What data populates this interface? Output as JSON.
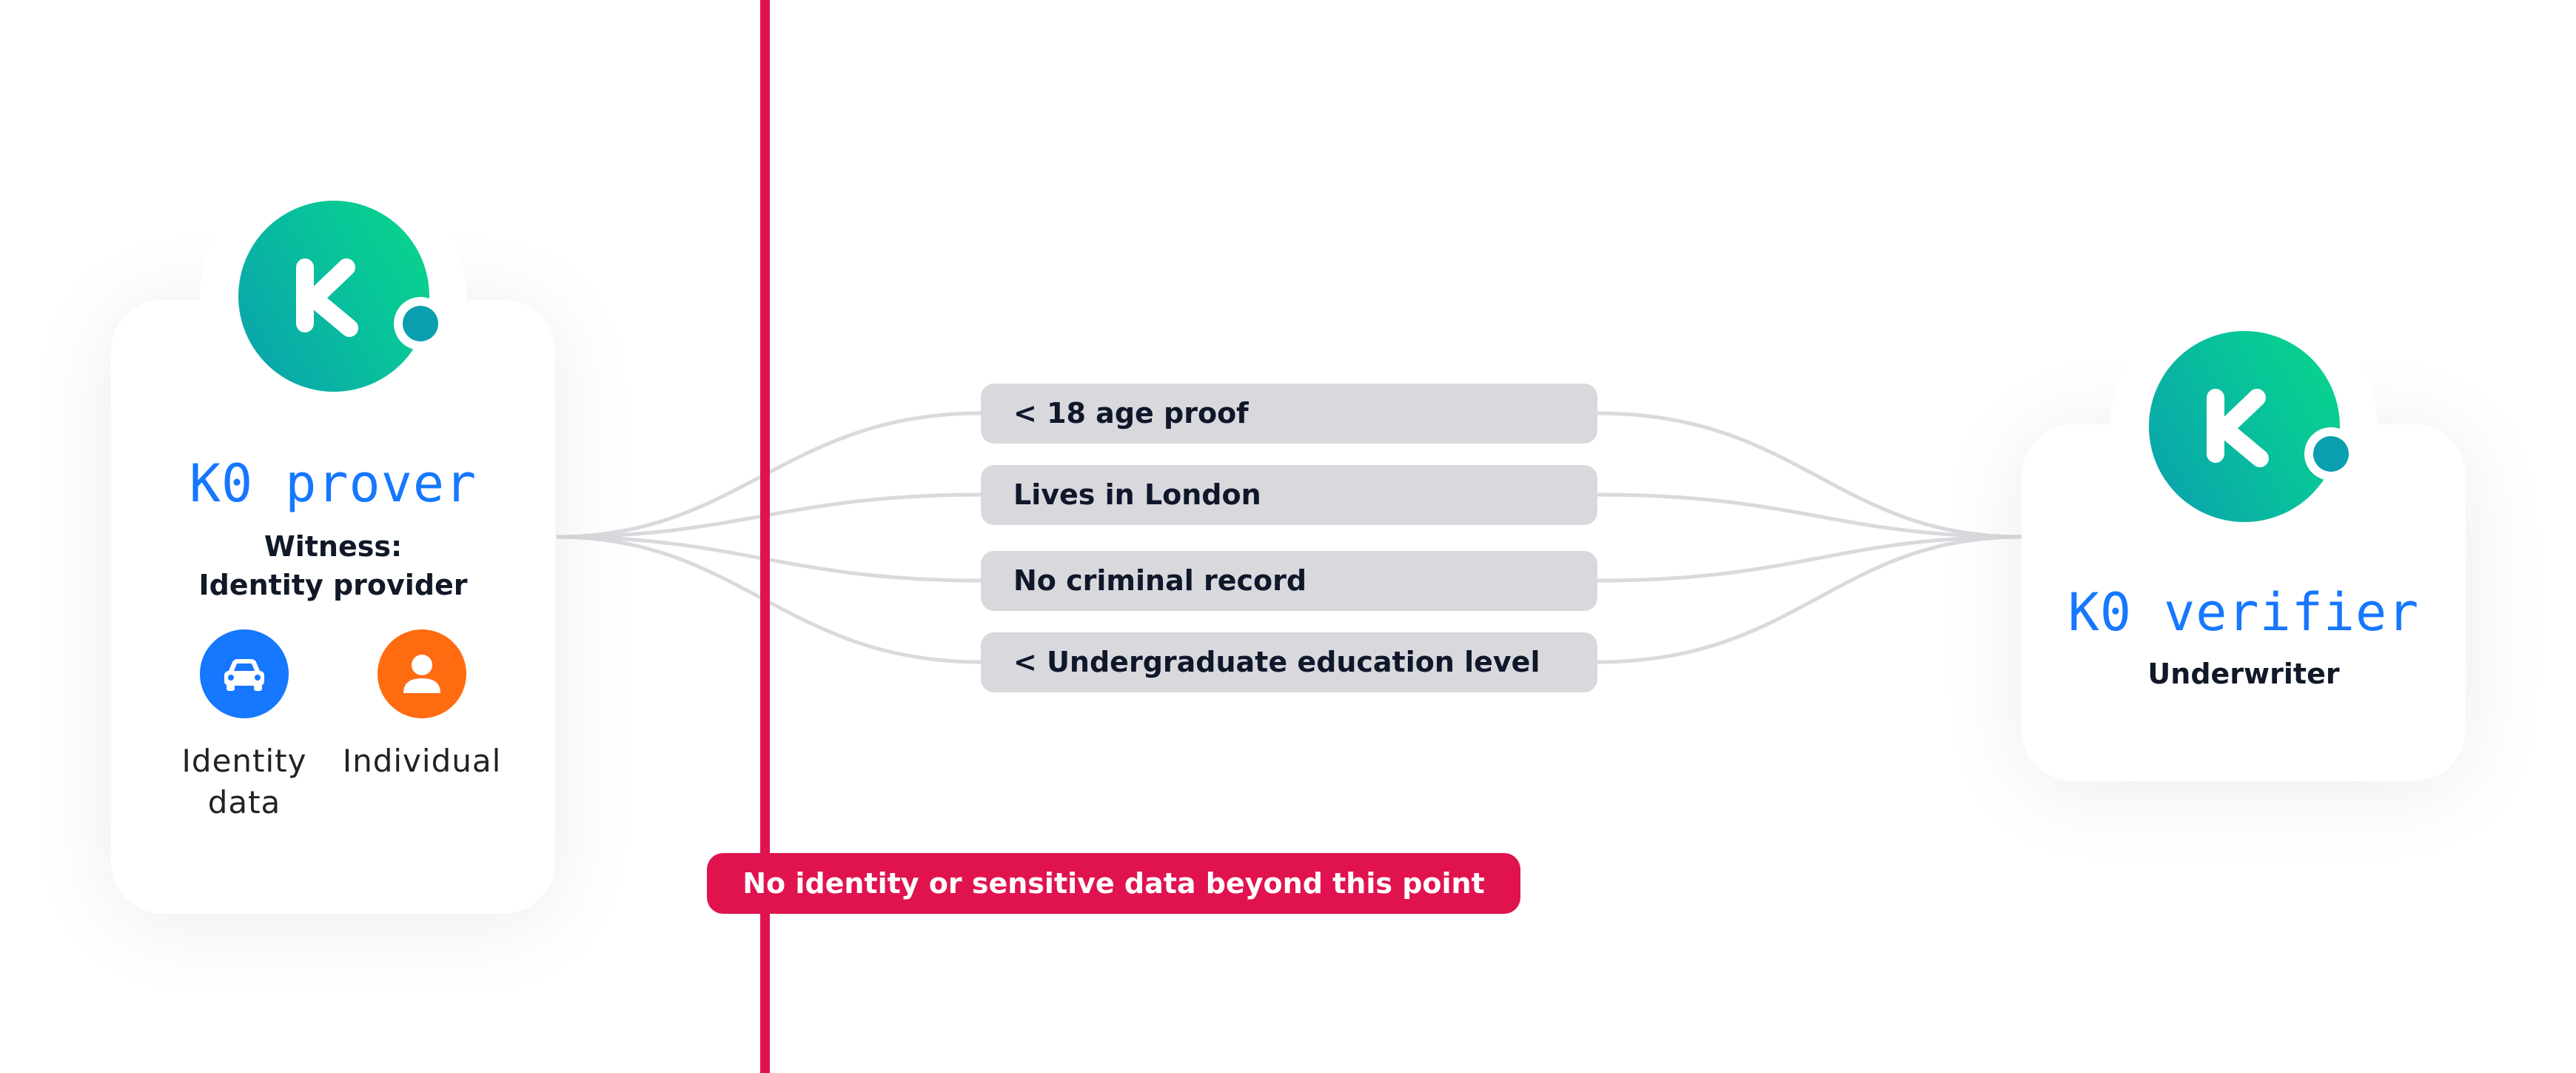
{
  "colors": {
    "divider": "#e0134f",
    "title_blue": "#1677ff",
    "pill_bg": "#d8d8dd",
    "icon_blue": "#1677ff",
    "icon_orange": "#ff6b10",
    "logo_gradient_start": "#0a9fae",
    "logo_gradient_end": "#0ad68a"
  },
  "prover": {
    "title": "K0 prover",
    "subtitle_line1": "Witness:",
    "subtitle_line2": "Identity provider",
    "logo_icon": "k0-logo-icon",
    "items": [
      {
        "icon": "car-icon",
        "label_line1": "Identity",
        "label_line2": "data"
      },
      {
        "icon": "person-icon",
        "label_line1": "Individual"
      }
    ]
  },
  "proofs": [
    "< 18 age proof",
    "Lives in London",
    "No criminal record",
    "< Undergraduate education level"
  ],
  "boundary_label": "No identity or sensitive data beyond this point",
  "verifier": {
    "title": "K0 verifier",
    "subtitle": "Underwriter",
    "logo_icon": "k0-logo-icon"
  }
}
